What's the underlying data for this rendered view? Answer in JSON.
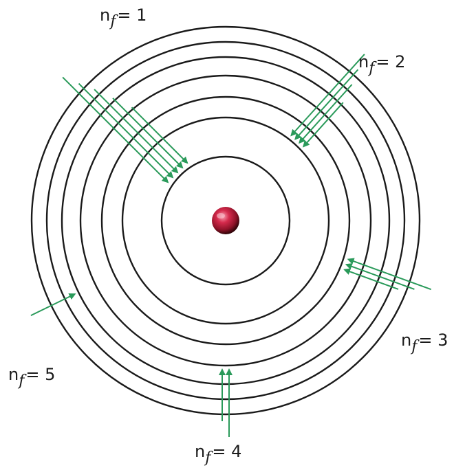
{
  "diagram": {
    "labels": [
      {
        "id": "nf1",
        "n": "n",
        "sub": "f",
        "rest": "= 1"
      },
      {
        "id": "nf2",
        "n": "n",
        "sub": "f",
        "rest": "= 2"
      },
      {
        "id": "nf3",
        "n": "n",
        "sub": "f",
        "rest": "= 3"
      },
      {
        "id": "nf4",
        "n": "n",
        "sub": "f",
        "rest": "= 4"
      },
      {
        "id": "nf5",
        "n": "n",
        "sub": "f",
        "rest": "= 5"
      }
    ],
    "colors": {
      "orbit": "#1a1a1a",
      "arrow": "#2a9a5a",
      "nucleus": "#c81e3c",
      "nucleus_highlight": "#f07a90",
      "nucleus_shadow": "#3a0a10",
      "text": "#1b1b1b"
    },
    "orbit_count": 7,
    "transition_groups": [
      {
        "final_level": 1,
        "arrow_count": 5
      },
      {
        "final_level": 2,
        "arrow_count": 4
      },
      {
        "final_level": 3,
        "arrow_count": 3
      },
      {
        "final_level": 4,
        "arrow_count": 2
      },
      {
        "final_level": 5,
        "arrow_count": 1
      }
    ]
  }
}
